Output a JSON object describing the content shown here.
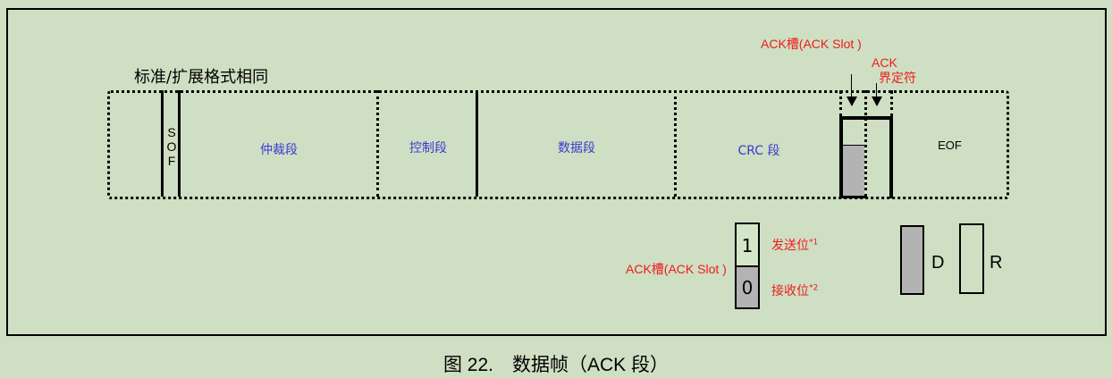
{
  "diagram": {
    "title": "标准/扩展格式相同",
    "segments": [
      {
        "label": "SOF",
        "chars": [
          "S",
          "O",
          "F"
        ]
      },
      {
        "label": "仲裁段"
      },
      {
        "label": "控制段"
      },
      {
        "label": "数据段"
      },
      {
        "label": "CRC 段"
      },
      {
        "label": "EOF"
      }
    ],
    "annotations": {
      "ack_slot_top": "ACK槽(ACK Slot )",
      "ack_delim_line1": "ACK",
      "ack_delim_line2": "界定符"
    },
    "legend": {
      "ack_slot_label": "ACK槽(ACK Slot )",
      "bits": [
        {
          "value": "1",
          "label": "发送位",
          "note": "*1"
        },
        {
          "value": "0",
          "label": "接收位",
          "note": "*2"
        }
      ],
      "dominant_label": "D",
      "recessive_label": "R"
    },
    "colors": {
      "background": "#cfdfc3",
      "segment_text": "#3a3ad0",
      "annotation_text": "#ee1c1c",
      "dominant_fill": "#b3b3b3"
    }
  },
  "caption": "图 22.　数据帧（ACK 段）"
}
